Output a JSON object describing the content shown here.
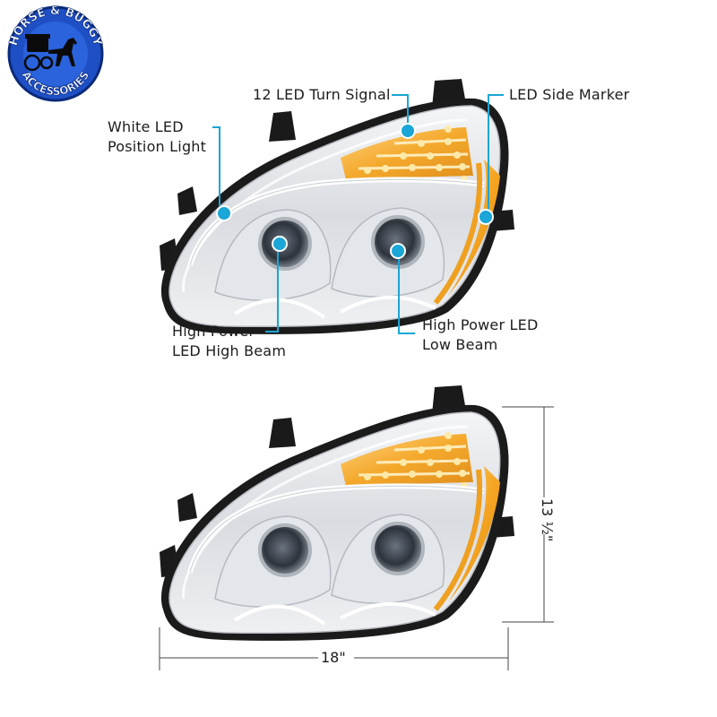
{
  "brand": {
    "line1": "HORSE & BUGGY",
    "line2": "ACCESSORIES",
    "badge_color": "#1f4fc4",
    "icon": "horse-and-buggy-icon"
  },
  "accent_color": "#1aa6d6",
  "amber_color": "#f5a623",
  "callouts": {
    "turn_signal": [
      "12 LED Turn Signal"
    ],
    "side_marker": [
      "LED Side Marker"
    ],
    "position_light": [
      "White LED",
      "Position Light"
    ],
    "high_beam": [
      "High Power",
      "LED High Beam"
    ],
    "low_beam": [
      "High Power LED",
      "Low Beam"
    ]
  },
  "dimensions": {
    "width": "18\"",
    "height": "13 ½\""
  }
}
